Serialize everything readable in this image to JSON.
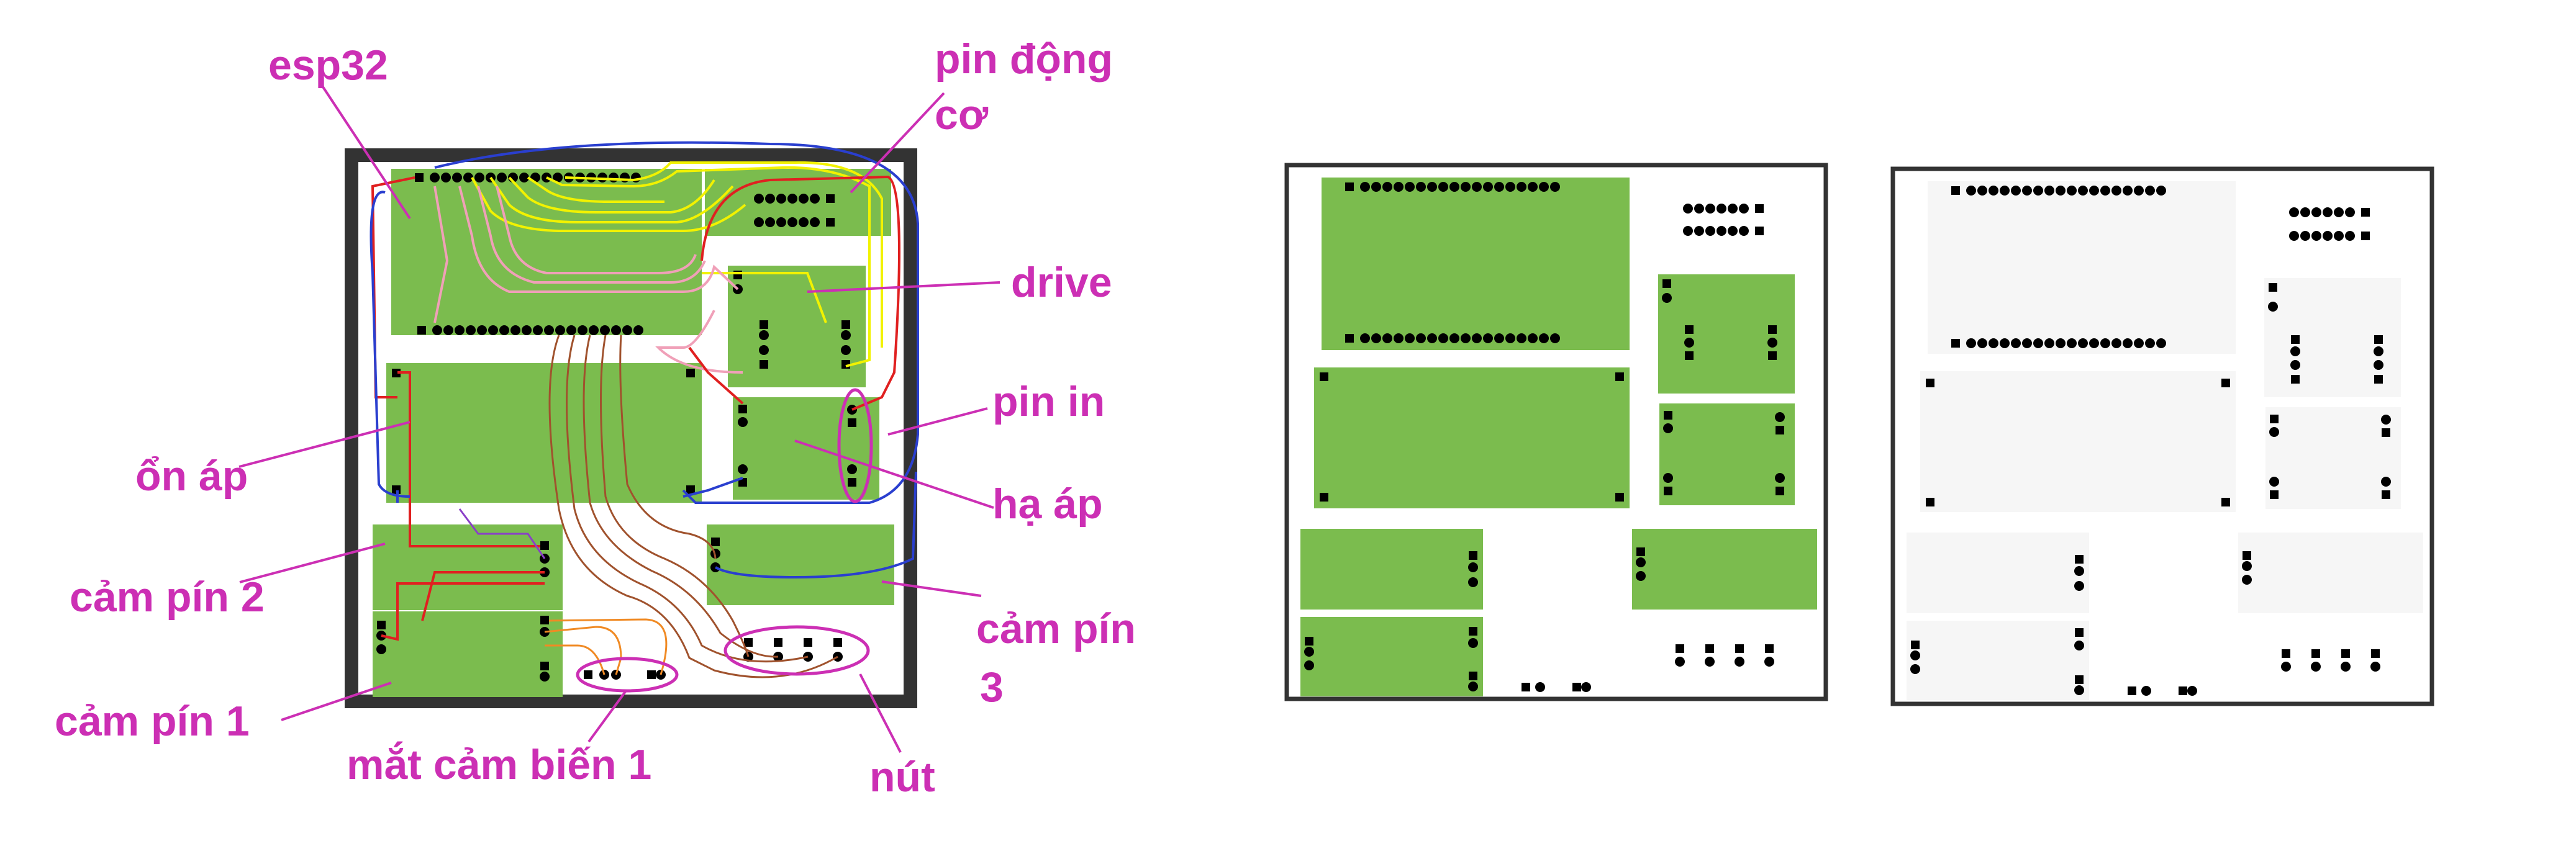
{
  "labels": {
    "esp32": "esp32",
    "pin_dong_co_line1": "pin động",
    "pin_dong_co_line2": "cơ",
    "drive": "drive",
    "pin_in": "pin in",
    "on_ap": "ổn áp",
    "ha_ap": "hạ áp",
    "cam_pin_2": "cảm pín 2",
    "cam_pin_3_line1": "cảm pín",
    "cam_pin_3_line2": "3",
    "cam_pin_1": "cảm pín 1",
    "mat_cam_bien_1": "mắt cảm biến 1",
    "nut": "nút"
  },
  "colors": {
    "label": "#cc2fb4",
    "board": "#7bbc4e",
    "frame": "#333333",
    "pad": "#000000",
    "trace_yellow": "#f2f200",
    "trace_pink": "#f0a0b8",
    "trace_red": "#e02020",
    "trace_blue": "#2a3fcf",
    "trace_brown": "#a0522d",
    "trace_orange": "#f08a24",
    "trace_purple": "#8a3fc8"
  }
}
